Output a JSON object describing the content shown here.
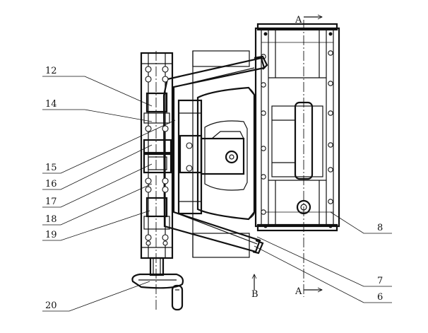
{
  "callouts_left": [
    {
      "id": "12",
      "text": "12"
    },
    {
      "id": "14",
      "text": "14"
    },
    {
      "id": "15",
      "text": "15"
    },
    {
      "id": "16",
      "text": "16"
    },
    {
      "id": "17",
      "text": "17"
    },
    {
      "id": "18",
      "text": "18"
    },
    {
      "id": "19",
      "text": "19"
    },
    {
      "id": "20",
      "text": "20"
    }
  ],
  "callouts_right": [
    {
      "id": "8",
      "text": "8"
    },
    {
      "id": "7",
      "text": "7"
    },
    {
      "id": "6",
      "text": "6"
    }
  ],
  "section_marks": {
    "top": "A",
    "bottom": "A",
    "view": "B"
  }
}
